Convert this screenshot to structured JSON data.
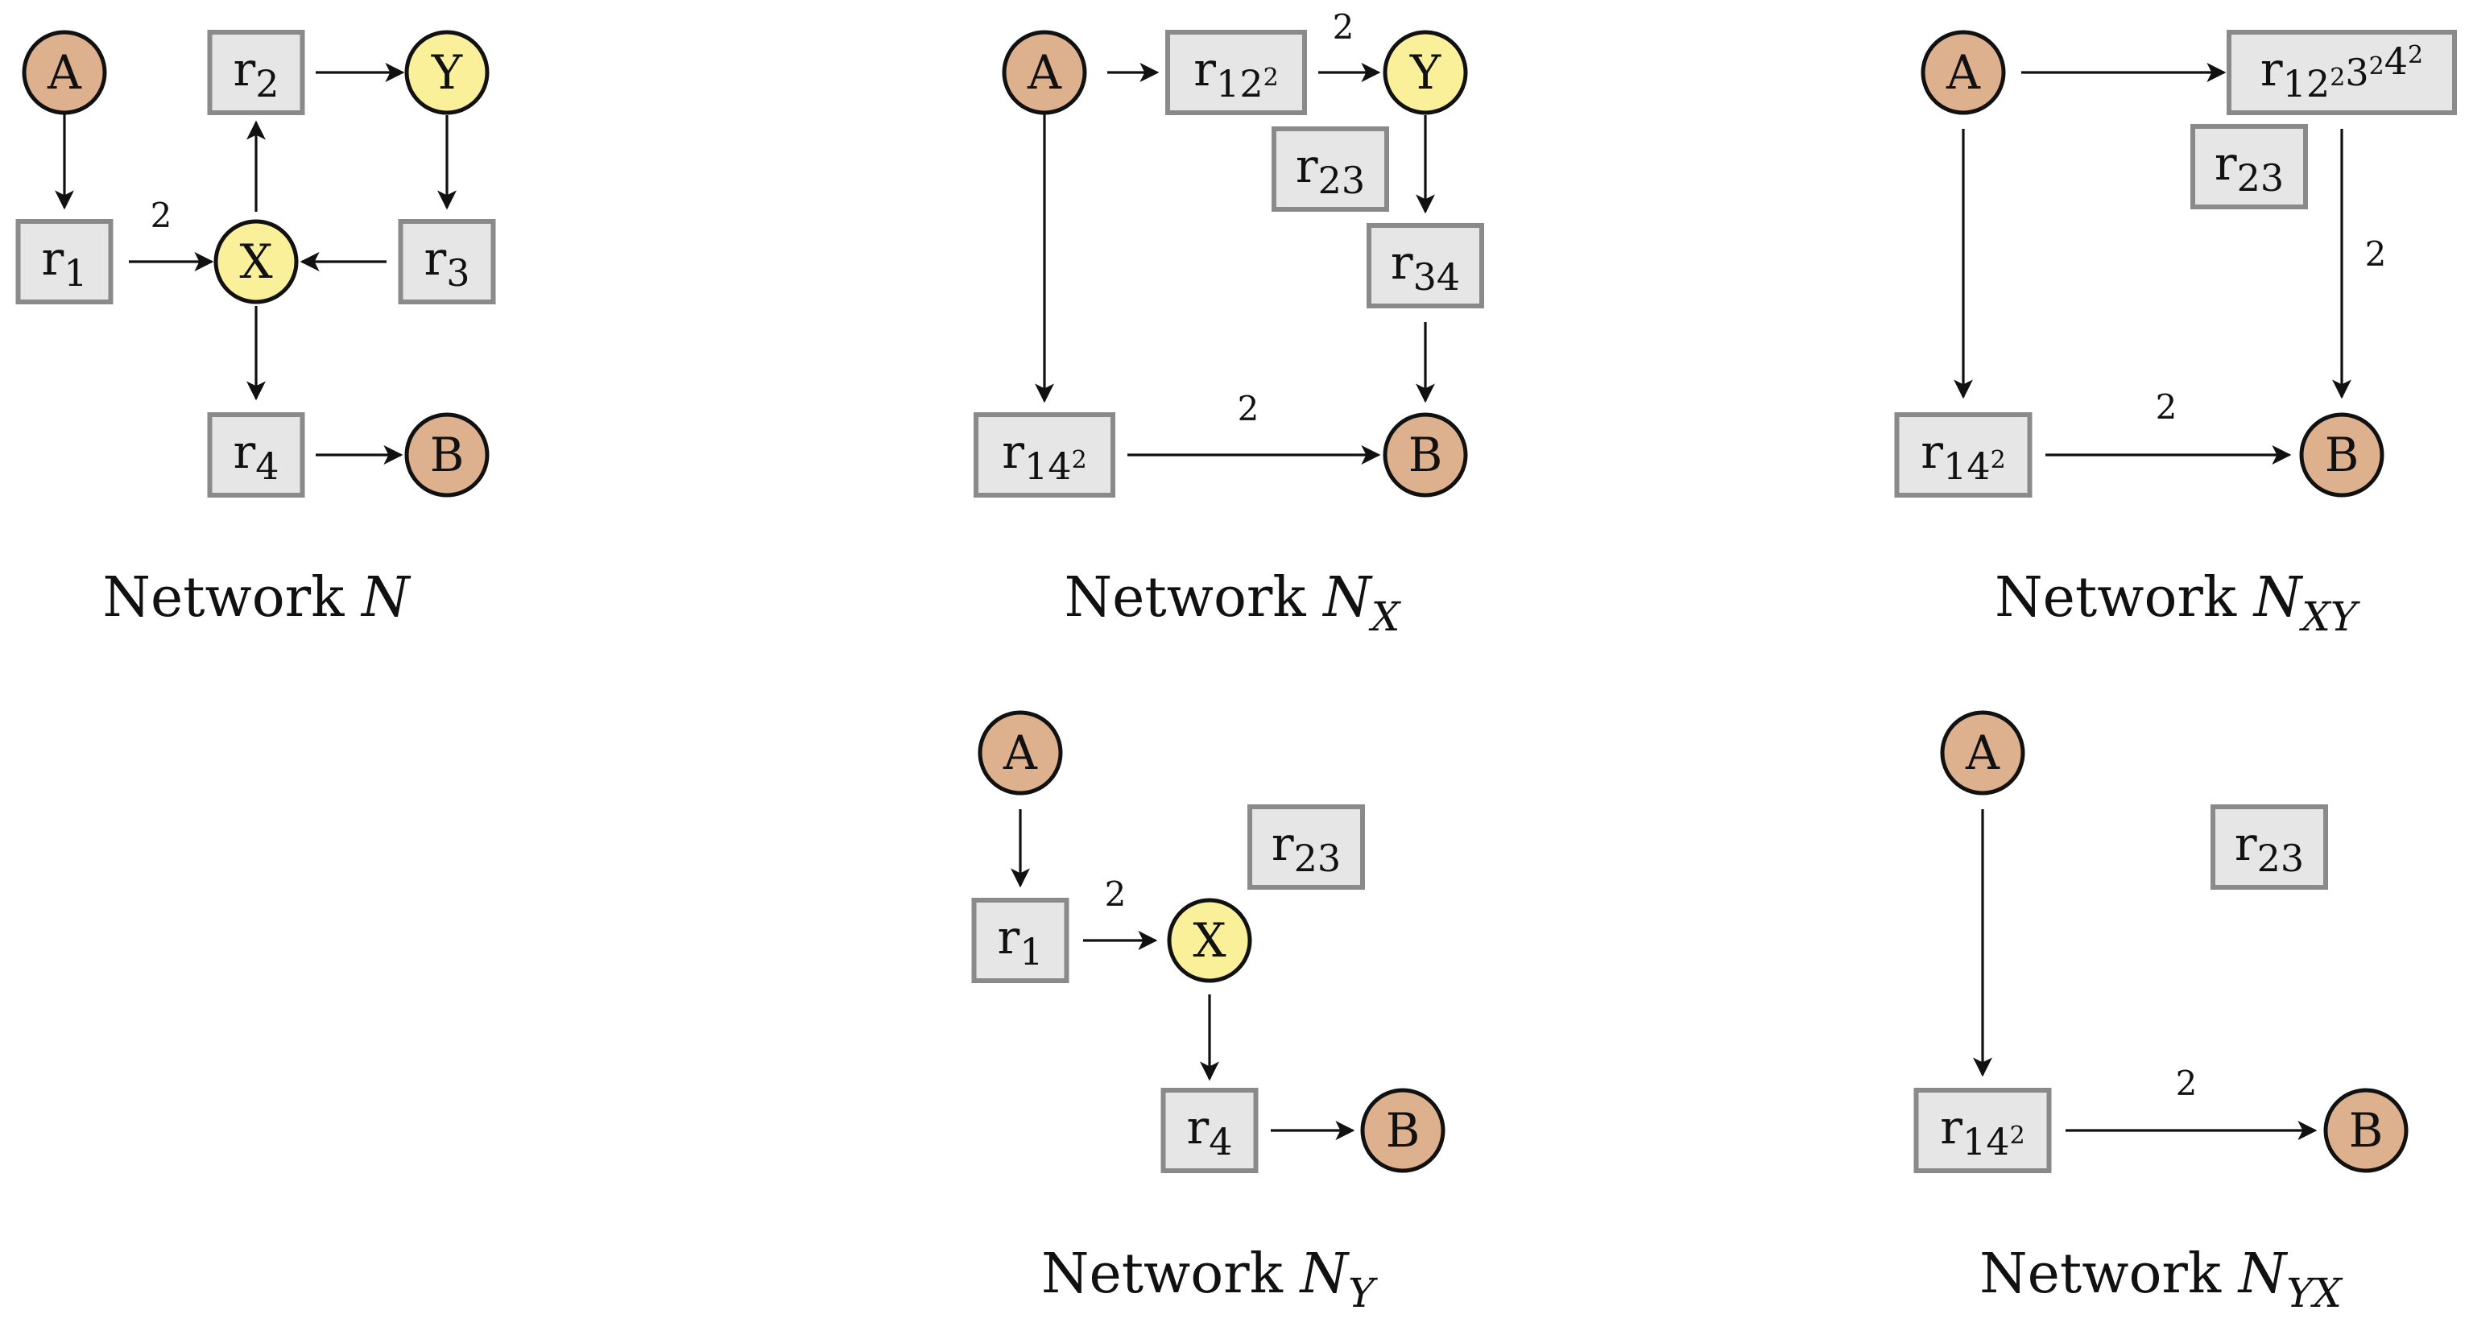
{
  "colors": {
    "species_AB": "#ddb08e",
    "species_XY": "#fbf09a",
    "reaction_fill": "#e6e6e6",
    "reaction_border": "#8a8a8a",
    "line": "#111111"
  },
  "networks": [
    {
      "id": "N",
      "caption": {
        "text": "Network ",
        "symbol": "N",
        "subscript": ""
      },
      "species": [
        {
          "id": "A",
          "label": "A",
          "kind": "outer"
        },
        {
          "id": "Y",
          "label": "Y",
          "kind": "inner"
        },
        {
          "id": "X",
          "label": "X",
          "kind": "inner"
        },
        {
          "id": "B",
          "label": "B",
          "kind": "outer"
        }
      ],
      "reactions": [
        {
          "id": "r2",
          "base": "r",
          "sub": "2",
          "sup": []
        },
        {
          "id": "r1",
          "base": "r",
          "sub": "1",
          "sup": []
        },
        {
          "id": "r3",
          "base": "r",
          "sub": "3",
          "sup": []
        },
        {
          "id": "r4",
          "base": "r",
          "sub": "4",
          "sup": []
        }
      ],
      "edges": [
        {
          "from": "A",
          "to": "r1",
          "label": ""
        },
        {
          "from": "r2",
          "to": "Y",
          "label": ""
        },
        {
          "from": "Y",
          "to": "r3",
          "label": ""
        },
        {
          "from": "r1",
          "to": "X",
          "label": "2"
        },
        {
          "from": "r3",
          "to": "X",
          "label": ""
        },
        {
          "from": "X",
          "to": "r2",
          "label": ""
        },
        {
          "from": "X",
          "to": "r4",
          "label": ""
        },
        {
          "from": "r4",
          "to": "B",
          "label": ""
        }
      ]
    },
    {
      "id": "NX",
      "caption": {
        "text": "Network ",
        "symbol": "N",
        "subscript": "X"
      },
      "species": [
        {
          "id": "A",
          "label": "A",
          "kind": "outer"
        },
        {
          "id": "Y",
          "label": "Y",
          "kind": "inner"
        },
        {
          "id": "B",
          "label": "B",
          "kind": "outer"
        }
      ],
      "reactions": [
        {
          "id": "r12",
          "base": "r",
          "sub": "12",
          "sup": [
            "2"
          ]
        },
        {
          "id": "r23",
          "base": "r",
          "sub": "23",
          "sup": []
        },
        {
          "id": "r34",
          "base": "r",
          "sub": "34",
          "sup": []
        },
        {
          "id": "r14",
          "base": "r",
          "sub": "14",
          "sup": [
            "2"
          ]
        }
      ],
      "edges": [
        {
          "from": "A",
          "to": "r12",
          "label": ""
        },
        {
          "from": "r12",
          "to": "Y",
          "label": "2"
        },
        {
          "from": "Y",
          "to": "r34",
          "label": ""
        },
        {
          "from": "r34",
          "to": "B",
          "label": ""
        },
        {
          "from": "A",
          "to": "r14",
          "label": ""
        },
        {
          "from": "r14",
          "to": "B",
          "label": "2"
        }
      ]
    },
    {
      "id": "NXY",
      "caption": {
        "text": "Network ",
        "symbol": "N",
        "subscript": "XY"
      },
      "species": [
        {
          "id": "A",
          "label": "A",
          "kind": "outer"
        },
        {
          "id": "B",
          "label": "B",
          "kind": "outer"
        }
      ],
      "reactions": [
        {
          "id": "r1234",
          "base": "r",
          "sub": "1234",
          "sup": [
            "2",
            "2",
            "2"
          ]
        },
        {
          "id": "r23",
          "base": "r",
          "sub": "23",
          "sup": []
        },
        {
          "id": "r14",
          "base": "r",
          "sub": "14",
          "sup": [
            "2"
          ]
        }
      ],
      "edges": [
        {
          "from": "A",
          "to": "r1234",
          "label": ""
        },
        {
          "from": "r1234",
          "to": "B",
          "label": "2"
        },
        {
          "from": "A",
          "to": "r14",
          "label": ""
        },
        {
          "from": "r14",
          "to": "B",
          "label": "2"
        }
      ]
    },
    {
      "id": "NY",
      "caption": {
        "text": "Network ",
        "symbol": "N",
        "subscript": "Y"
      },
      "species": [
        {
          "id": "A",
          "label": "A",
          "kind": "outer"
        },
        {
          "id": "X",
          "label": "X",
          "kind": "inner"
        },
        {
          "id": "B",
          "label": "B",
          "kind": "outer"
        }
      ],
      "reactions": [
        {
          "id": "r23",
          "base": "r",
          "sub": "23",
          "sup": []
        },
        {
          "id": "r1",
          "base": "r",
          "sub": "1",
          "sup": []
        },
        {
          "id": "r4",
          "base": "r",
          "sub": "4",
          "sup": []
        }
      ],
      "edges": [
        {
          "from": "A",
          "to": "r1",
          "label": ""
        },
        {
          "from": "r1",
          "to": "X",
          "label": "2"
        },
        {
          "from": "X",
          "to": "r4",
          "label": ""
        },
        {
          "from": "r4",
          "to": "B",
          "label": ""
        }
      ]
    },
    {
      "id": "NYX",
      "caption": {
        "text": "Network ",
        "symbol": "N",
        "subscript": "YX"
      },
      "species": [
        {
          "id": "A",
          "label": "A",
          "kind": "outer"
        },
        {
          "id": "B",
          "label": "B",
          "kind": "outer"
        }
      ],
      "reactions": [
        {
          "id": "r23",
          "base": "r",
          "sub": "23",
          "sup": []
        },
        {
          "id": "r14",
          "base": "r",
          "sub": "14",
          "sup": [
            "2"
          ]
        }
      ],
      "edges": [
        {
          "from": "A",
          "to": "r14",
          "label": ""
        },
        {
          "from": "r14",
          "to": "B",
          "label": "2"
        }
      ]
    }
  ]
}
